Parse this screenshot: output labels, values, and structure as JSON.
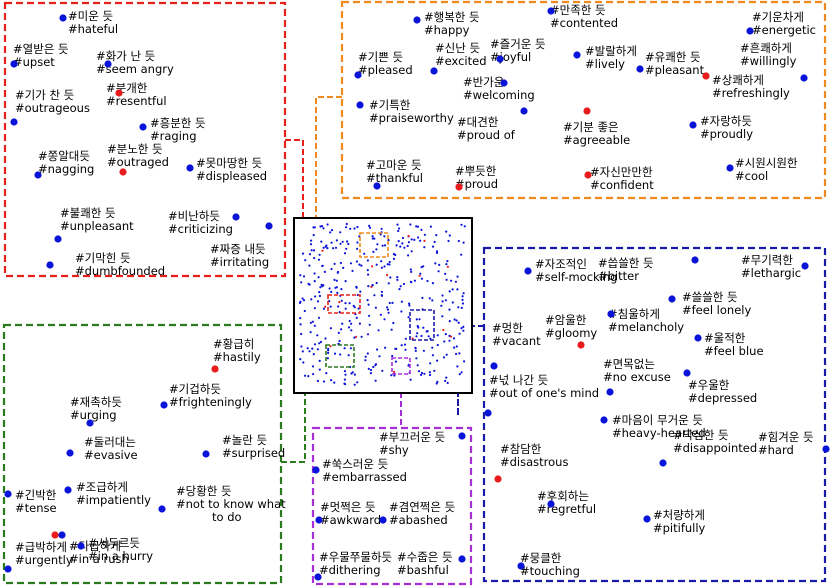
{
  "colors": {
    "red": "#e8201c",
    "orange": "#f08a1e",
    "blue": "#1a1aa8",
    "green": "#2a7a1e",
    "purple": "#a62fd6",
    "point_blue": "#0a14d8",
    "point_red": "#e81c1c",
    "center_border": "#000000"
  },
  "clusters": [
    {
      "id": "red",
      "words": [
        {
          "ko": "#미운 듯",
          "en": "#hateful",
          "c": "b"
        },
        {
          "ko": "#열받은 듯",
          "en": "#upset",
          "c": "b"
        },
        {
          "ko": "#화가 난 듯",
          "en": "#seem angry",
          "c": "b"
        },
        {
          "ko": "#분개한",
          "en": "#resentful",
          "c": "r"
        },
        {
          "ko": "#기가 찬 듯",
          "en": "#outrageous",
          "c": "b"
        },
        {
          "ko": "#흥분한 듯",
          "en": "#raging",
          "c": "b"
        },
        {
          "ko": "#분노한 듯",
          "en": "#outraged",
          "c": "r"
        },
        {
          "ko": "#쫑알대듯",
          "en": "#nagging",
          "c": "b"
        },
        {
          "ko": "#못마땅한 듯",
          "en": "#displeased",
          "c": "b"
        },
        {
          "ko": "#불쾌한 듯",
          "en": "#unpleasant",
          "c": "b"
        },
        {
          "ko": "#비난하듯",
          "en": "#criticizing",
          "c": "b"
        },
        {
          "ko": "#기막힌 듯",
          "en": "#dumbfounded",
          "c": "b"
        },
        {
          "ko": "#짜증 내듯",
          "en": "#irritating",
          "c": "b"
        }
      ]
    },
    {
      "id": "orange",
      "words": [
        {
          "ko": "#행복한 듯",
          "en": "#happy",
          "c": "b"
        },
        {
          "ko": "#만족한 듯",
          "en": "#contented",
          "c": "b"
        },
        {
          "ko": "#기운차게",
          "en": "#energetic",
          "c": "b"
        },
        {
          "ko": "#기쁜 듯",
          "en": "#pleased",
          "c": "b"
        },
        {
          "ko": "#신난 듯",
          "en": "#excited",
          "c": "b"
        },
        {
          "ko": "#즐거운 듯",
          "en": "#joyful",
          "c": "b"
        },
        {
          "ko": "#발랄하게",
          "en": "#lively",
          "c": "b"
        },
        {
          "ko": "#유쾌한 듯",
          "en": "#pleasant",
          "c": "b"
        },
        {
          "ko": "#흔쾌하게",
          "en": "#willingly",
          "c": "b"
        },
        {
          "ko": "#상쾌하게",
          "en": "#refreshingly",
          "c": "r"
        },
        {
          "ko": "#반가운",
          "en": "#welcoming",
          "c": "b"
        },
        {
          "ko": "#기특한",
          "en": "#praiseworthy",
          "c": "b"
        },
        {
          "ko": "#대견한",
          "en": "#proud of",
          "c": "b"
        },
        {
          "ko": "#기분 좋은",
          "en": "#agreeable",
          "c": "r"
        },
        {
          "ko": "#자랑하듯",
          "en": "#proudly",
          "c": "b"
        },
        {
          "ko": "#고마운 듯",
          "en": "#thankful",
          "c": "b"
        },
        {
          "ko": "#뿌듯한",
          "en": "#proud",
          "c": "r"
        },
        {
          "ko": "#자신만만한",
          "en": "#confident",
          "c": "r"
        },
        {
          "ko": "#시원시원한",
          "en": "#cool",
          "c": "b"
        }
      ]
    },
    {
      "id": "blue",
      "words": [
        {
          "ko": "#자조적인",
          "en": "#self-mocking",
          "c": "b"
        },
        {
          "ko": "#씁쓸한 듯",
          "en": "#bitter",
          "c": "b"
        },
        {
          "ko": "#무기력한",
          "en": "#lethargic",
          "c": "b"
        },
        {
          "ko": "#쓸쓸한 듯",
          "en": "#feel lonely",
          "c": "b"
        },
        {
          "ko": "#침울하게",
          "en": "#melancholy",
          "c": "b"
        },
        {
          "ko": "#암울한",
          "en": "#gloomy",
          "c": "r"
        },
        {
          "ko": "#멍한",
          "en": "#vacant",
          "c": "b"
        },
        {
          "ko": "#울적한",
          "en": "#feel blue",
          "c": "b"
        },
        {
          "ko": "#면목없는",
          "en": "#no excuse",
          "c": "b"
        },
        {
          "ko": "#넋 나간 듯",
          "en": "#out of one's mind",
          "c": "b"
        },
        {
          "ko": "#우울한",
          "en": "#depressed",
          "c": "b"
        },
        {
          "ko": "#마음이 무거운 듯",
          "en": "#heavy-hearted",
          "c": "b"
        },
        {
          "ko": "#참담한",
          "en": "#disastrous",
          "c": "r"
        },
        {
          "ko": "#낙심한 듯",
          "en": "#disappointed",
          "c": "b"
        },
        {
          "ko": "#힘겨운 듯",
          "en": "#hard",
          "c": "b"
        },
        {
          "ko": "#후회하는",
          "en": "#regretful",
          "c": "b"
        },
        {
          "ko": "#처량하게",
          "en": "#pitifully",
          "c": "b"
        },
        {
          "ko": "#뭉클한",
          "en": "#touching",
          "c": "b"
        }
      ]
    },
    {
      "id": "green",
      "words": [
        {
          "ko": "#황급히",
          "en": "#hastily",
          "c": "r"
        },
        {
          "ko": "#재촉하듯",
          "en": "#urging",
          "c": "b"
        },
        {
          "ko": "#기겁하듯",
          "en": "#frighteningly",
          "c": "b"
        },
        {
          "ko": "#둘러대는",
          "en": "#evasive",
          "c": "b"
        },
        {
          "ko": "#놀란 듯",
          "en": "#surprised",
          "c": "b"
        },
        {
          "ko": "#긴박한",
          "en": "#tense",
          "c": "b"
        },
        {
          "ko": "#조급하게",
          "en": "#impatiently",
          "c": "b"
        },
        {
          "ko": "#당황한 듯",
          "en": "#not to know what to do",
          "c": "b"
        },
        {
          "ko": "#다급하게",
          "en": "#in a rush",
          "c": "rb"
        },
        {
          "ko": "#급박하게",
          "en": "#urgently",
          "c": "b"
        },
        {
          "ko": "#서두르듯",
          "en": "#in a hurry",
          "c": "b"
        }
      ]
    },
    {
      "id": "purple",
      "words": [
        {
          "ko": "#부끄러운 듯",
          "en": "#shy",
          "c": "b"
        },
        {
          "ko": "#쑥스러운 듯",
          "en": "#embarrassed",
          "c": "b"
        },
        {
          "ko": "#멋쩍은 듯",
          "en": "#awkward",
          "c": "b"
        },
        {
          "ko": "#겸연쩍은 듯",
          "en": "#abashed",
          "c": "b"
        },
        {
          "ko": "#우물쭈물하듯",
          "en": "#dithering",
          "c": "b"
        },
        {
          "ko": "#수줍은 듯",
          "en": "#bashful",
          "c": "b"
        }
      ]
    }
  ]
}
